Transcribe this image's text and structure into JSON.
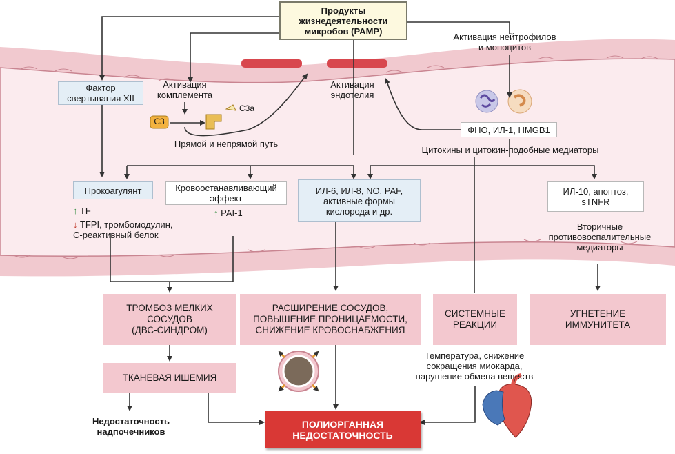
{
  "colors": {
    "vessel_wall": "#f1c9cf",
    "vessel_lumen": "#fbebee",
    "endothelium_border": "#c98591",
    "pink_box": "#f3c8cf",
    "cell_box": "#e4eef6",
    "red_box": "#d93835",
    "arrow": "#333333"
  },
  "pamp": "Продукты\nжизнедеятельности\nмикробов (PAMP)",
  "neutrophil_activation": "Активация нейтрофилов\nи моноцитов",
  "factor_xii": "Фактор\nсвертывания XII",
  "complement_activation": "Активация\nкомплемента",
  "c3": "C3",
  "c3a": "C3a",
  "pathway": "Прямой и непрямой путь",
  "endothelium_activation": "Активация\nэндотелия",
  "tnf": "ФНО, ИЛ-1, HMGB1",
  "cytokines": "Цитокины и цитокин-подобные медиаторы",
  "procoagulant": "Прокоагулянт",
  "tf": "TF",
  "tfpi": "TFPI, тромбомодулин,\nC-реактивный белок",
  "hemostatic": "Кровоостанавливающий\nэффект",
  "pai": "PAI-1",
  "il6": "ИЛ-6, ИЛ-8, NO, PAF,\nактивные формы\nкислорода и др.",
  "il10": "ИЛ-10, апоптоз,\nsTNFR",
  "secondary": "Вторичные\nпротивовоспалительные\nмедиаторы",
  "thrombosis": "ТРОМБОЗ МЕЛКИХ\nСОСУДОВ\n(ДВС-СИНДРОМ)",
  "vasodilation": "РАСШИРЕНИЕ СОСУДОВ,\nПОВЫШЕНИЕ ПРОНИЦАЕМОСТИ,\nСНИЖЕНИЕ КРОВОСНАБЖЕНИЯ",
  "systemic": "СИСТЕМНЫЕ\nРЕАКЦИИ",
  "immunosuppression": "УГНЕТЕНИЕ\nИММУНИТЕТА",
  "ischemia": "ТКАНЕВАЯ ИШЕМИЯ",
  "adrenal": "Недостаточность\nнадпочечников",
  "temperature": "Температура, снижение\nсокращения миокарда,\nнарушение обмена веществ",
  "mof": "ПОЛИОРГАННАЯ\nНЕДОСТАТОЧНОСТЬ"
}
